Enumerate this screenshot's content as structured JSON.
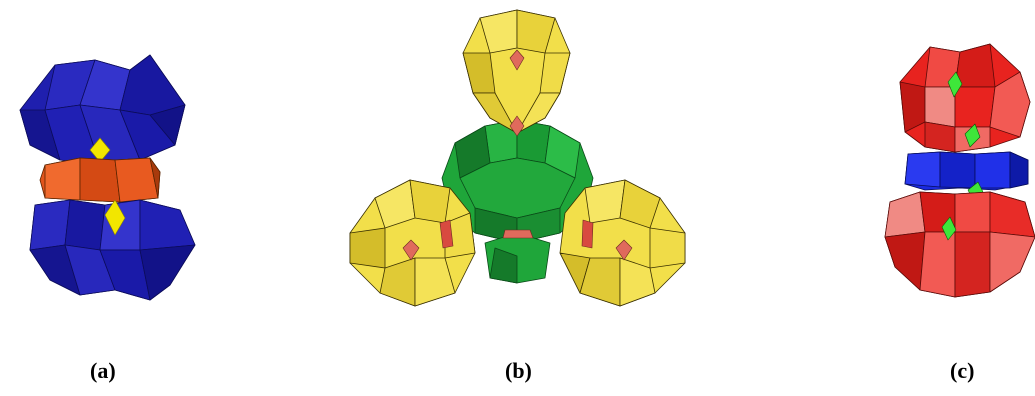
{
  "figure": {
    "panels": [
      {
        "label": "(a)",
        "colors": {
          "cap": "#1f1fae",
          "cap_light": "#3434cc",
          "belt": "#e0541c",
          "belt_dark": "#a83a0c",
          "core": "#f2e600"
        }
      },
      {
        "label": "(b)",
        "colors": {
          "unit": "#f2df4a",
          "unit_dark": "#d4bd2a",
          "center": "#1fa63a",
          "center_dark": "#157a2a",
          "core": "#e06a5c"
        }
      },
      {
        "label": "(c)",
        "colors": {
          "cap": "#e8231f",
          "cap_light": "#f08a84",
          "belt": "#1a2ae0",
          "core": "#3ee63a"
        }
      }
    ]
  }
}
